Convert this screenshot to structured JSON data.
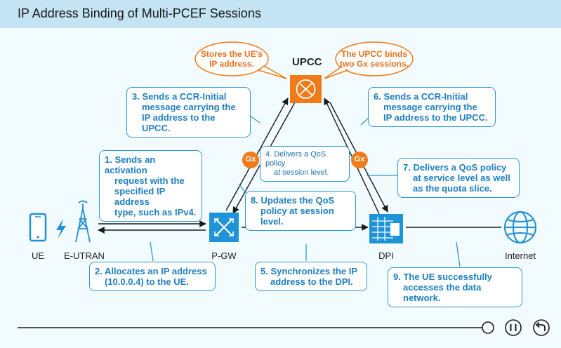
{
  "title": "IP Address Binding of Multi-PCEF Sessions",
  "nodes": {
    "upcc": "UPCC",
    "ue": "UE",
    "eutran": "E-UTRAN",
    "pgw": "P-GW",
    "dpi": "DPI",
    "internet": "Internet"
  },
  "gx_label": "Gx",
  "bubbles": {
    "left": [
      "Stores the UE's",
      "IP address."
    ],
    "right": [
      "The UPCC binds",
      "two Gx sessions."
    ]
  },
  "steps": {
    "s1": [
      "1. Sends an activation",
      "request with the",
      "specified IP address",
      "type, such as IPv4."
    ],
    "s2": [
      "2. Allocates an IP address",
      "(10.0.0.4) to the UE."
    ],
    "s3": [
      "3. Sends a CCR-Initial",
      "message carrying the",
      "IP address to the UPCC."
    ],
    "s4": [
      "4. Delivers a QoS policy",
      "at session level."
    ],
    "s5": [
      "5. Synchronizes the IP",
      "address to the DPI."
    ],
    "s6": [
      "6. Sends a CCR-Initial",
      "message carrying the",
      "IP address to the UPCC."
    ],
    "s7": [
      "7. Delivers a QoS policy",
      "at service level as well",
      "as the quota slice."
    ],
    "s8": [
      "8. Updates the QoS",
      "policy at session level."
    ],
    "s9": [
      "9. The UE successfully",
      "accesses the data network."
    ]
  },
  "colors": {
    "accent_blue": "#2f99d3",
    "orange": "#f07b1a",
    "header_bg": "#c4e3f3",
    "background": "#f2fbfe"
  },
  "controls": {
    "progress": 1.0,
    "pause_icon": "pause-icon",
    "replay_icon": "replay-icon"
  }
}
